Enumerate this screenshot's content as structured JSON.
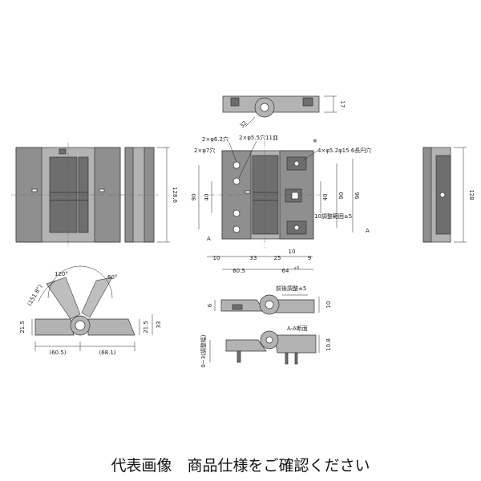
{
  "front_left": {
    "height": "128.6",
    "open_angle_1": "120°",
    "open_angle_2": "60°",
    "max_angle": "(151.8°)",
    "width_left": "(60.5)",
    "width_right": "(68.1)",
    "thick_left": "21.5",
    "thick_right": "21.5",
    "total_thick": "33"
  },
  "top_view": {
    "dim_width": "32",
    "dim_height": "17"
  },
  "main_view": {
    "hole_a": "2×φ6.2穴",
    "hole_b": "2×φ5.5穴11皿",
    "hole_c": "2×φ7穴",
    "note_mark": "※",
    "slot": "4×φ5.2φ15.6長円穴",
    "h90_left": "90",
    "h40_left": "40",
    "h40_right": "40",
    "h90_right": "90",
    "h96": "96",
    "adjust": "10調整範囲±5",
    "section_mark": "A",
    "bot_10": "10",
    "bot_33": "33",
    "bot_25": "25",
    "bot_10b": "10",
    "bot_9": "9",
    "w60_5": "60.5",
    "w64": "64",
    "w64_sup": "+5"
  },
  "side_view": {
    "height": "128"
  },
  "section": {
    "front_back": "前後調整±5",
    "dim_6": "6",
    "dim_10": "10",
    "title": "A-A断面",
    "dim_10_8": "10.8",
    "adjust_width": "0~3(調整幅)"
  },
  "footer_text": "代表画像　商品仕様をご確認ください"
}
